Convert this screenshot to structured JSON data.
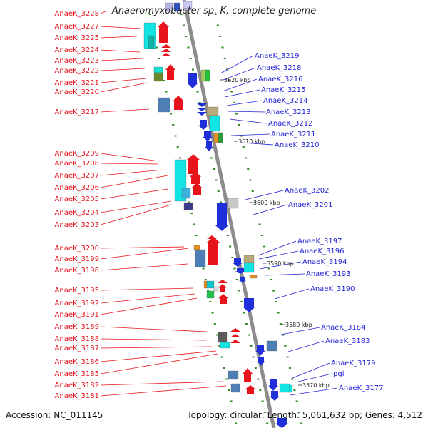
{
  "title": "Anaeromyxobacter sp. K, complete genome",
  "footer": {
    "accession": "Accession: NC_011145",
    "summary": "Topology: circular; Length: 5,061,632 bp; Genes: 4,512"
  },
  "colors": {
    "forward_strand": "#e8141b",
    "reverse_strand": "#1f2fd9",
    "forward_label": "#e8141b",
    "reverse_label": "#2323d6",
    "backbone": "#8c8c8c",
    "tick": "#2e8b22"
  },
  "scale_markers": [
    "3620 kbp",
    "3610 kbp",
    "3600 kbp",
    "3590 kbp",
    "3580 kbp",
    "3570 kbp"
  ],
  "left_labels": [
    "AnaeK_3228",
    "AnaeK_3227",
    "AnaeK_3225",
    "AnaeK_3224",
    "AnaeK_3223",
    "AnaeK_3222",
    "AnaeK_3221",
    "AnaeK_3220",
    "AnaeK_3217",
    "AnaeK_3209",
    "AnaeK_3208",
    "AnaeK_3207",
    "AnaeK_3206",
    "AnaeK_3205",
    "AnaeK_3204",
    "AnaeK_3203",
    "AnaeK_3200",
    "AnaeK_3199",
    "AnaeK_3198",
    "AnaeK_3195",
    "AnaeK_3192",
    "AnaeK_3191",
    "AnaeK_3189",
    "AnaeK_3188",
    "AnaeK_3187",
    "AnaeK_3186",
    "AnaeK_3185",
    "AnaeK_3182",
    "AnaeK_3181"
  ],
  "right_labels": [
    "AnaeK_3219",
    "AnaeK_3218",
    "AnaeK_3216",
    "AnaeK_3215",
    "AnaeK_3214",
    "AnaeK_3213",
    "AnaeK_3212",
    "AnaeK_3211",
    "AnaeK_3210",
    "AnaeK_3202",
    "AnaeK_3201",
    "AnaeK_3197",
    "AnaeK_3196",
    "AnaeK_3194",
    "AnaeK_3193",
    "AnaeK_3190",
    "AnaeK_3184",
    "AnaeK_3183",
    "AnaeK_3179",
    "pgi",
    "AnaeK_3177"
  ]
}
